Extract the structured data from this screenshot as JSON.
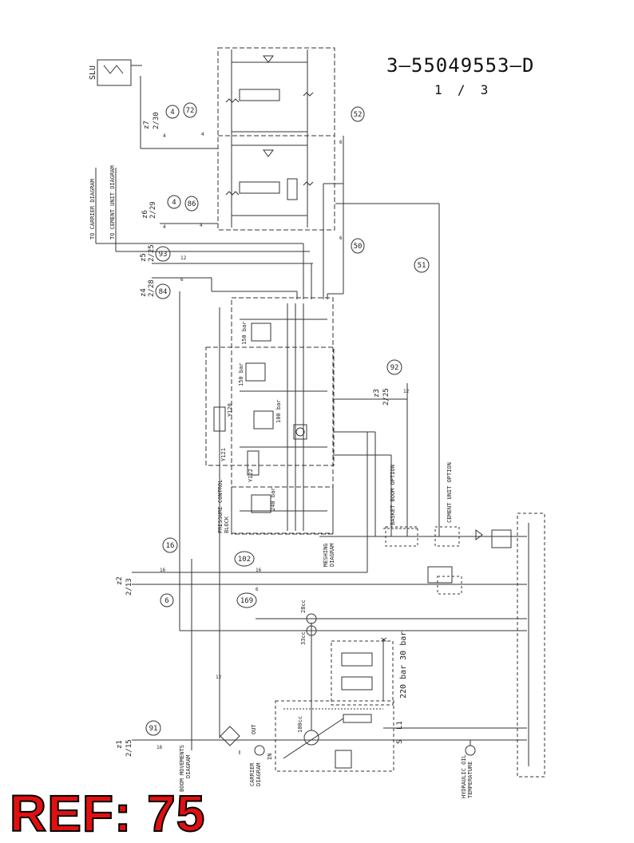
{
  "document": {
    "number": "3—55049553—D",
    "sheet": "1  /  3",
    "ref_label": "REF: 75"
  },
  "labels": {
    "slu": "SLU",
    "to_carrier": "TO CARRIER DIAGRAM",
    "to_cement": "TO CEMENT UNIT DIAGRAM",
    "pressure_control": "PRESSURE CONTROL",
    "block": "BLOCK",
    "meshing": "MESHING",
    "diagram": "DIAGRAM",
    "basket_boom": "BASKET BOOM OPTION",
    "cement_unit_option": "CEMENT UNIT OPTION",
    "boom_movements": "BOOM MOVEMENTS",
    "carrier": "CARRIER",
    "hydraulic_oil": "HYDRAULIC OIL",
    "temperature": "TEMPERATURE",
    "bar_220_30": "220 bar 30 bar",
    "bar_150": "150 bar",
    "bar_100": "100 bar",
    "bar_240": "240 bar",
    "y120": "Y120",
    "y121": "Y121",
    "y122": "Y122",
    "out": "OUT",
    "in": "IN",
    "l1": "L1",
    "s": "S",
    "x": "X",
    "cc100": "100cc",
    "cc28": "28cc",
    "cc33": "33cc"
  },
  "zones": [
    {
      "id": "z7",
      "ref": "2/30"
    },
    {
      "id": "z6",
      "ref": "2/29"
    },
    {
      "id": "z5",
      "ref": "2/25"
    },
    {
      "id": "z4",
      "ref": "2/28"
    },
    {
      "id": "z3",
      "ref": "2/25"
    },
    {
      "id": "z2",
      "ref": "2/13"
    },
    {
      "id": "z1",
      "ref": "2/15"
    }
  ],
  "hoses": [
    "4",
    "72",
    "52",
    "4",
    "86",
    "50",
    "93",
    "84",
    "51",
    "92",
    "16",
    "6",
    "102",
    "169",
    "91"
  ],
  "line_sizes": [
    "4",
    "4",
    "4",
    "4",
    "12",
    "6",
    "6",
    "6",
    "12",
    "16",
    "16",
    "6",
    "12",
    "16"
  ]
}
